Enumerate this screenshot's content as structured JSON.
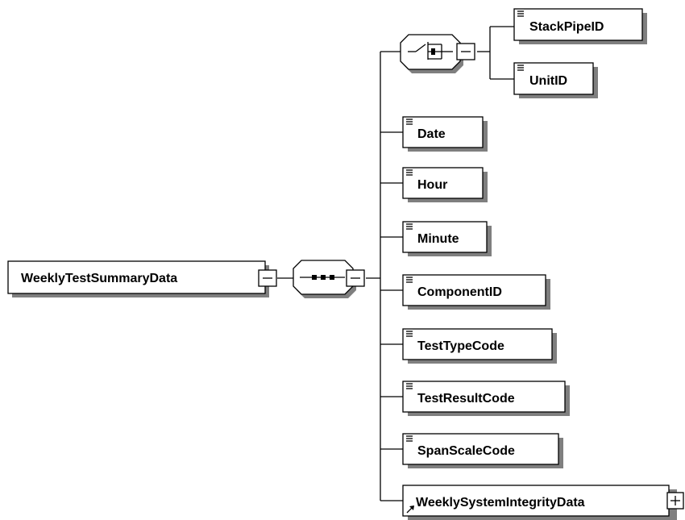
{
  "root": {
    "label": "WeeklyTestSummaryData"
  },
  "sequence": {
    "kind": "sequence"
  },
  "choice": {
    "kind": "choice",
    "options": [
      {
        "label": "StackPipeID"
      },
      {
        "label": "UnitID"
      }
    ]
  },
  "elements": [
    {
      "label": "Date"
    },
    {
      "label": "Hour"
    },
    {
      "label": "Minute"
    },
    {
      "label": "ComponentID"
    },
    {
      "label": "TestTypeCode"
    },
    {
      "label": "TestResultCode"
    },
    {
      "label": "SpanScaleCode"
    },
    {
      "label": "WeeklySystemIntegrityData",
      "reference": true,
      "collapsed": true
    }
  ]
}
